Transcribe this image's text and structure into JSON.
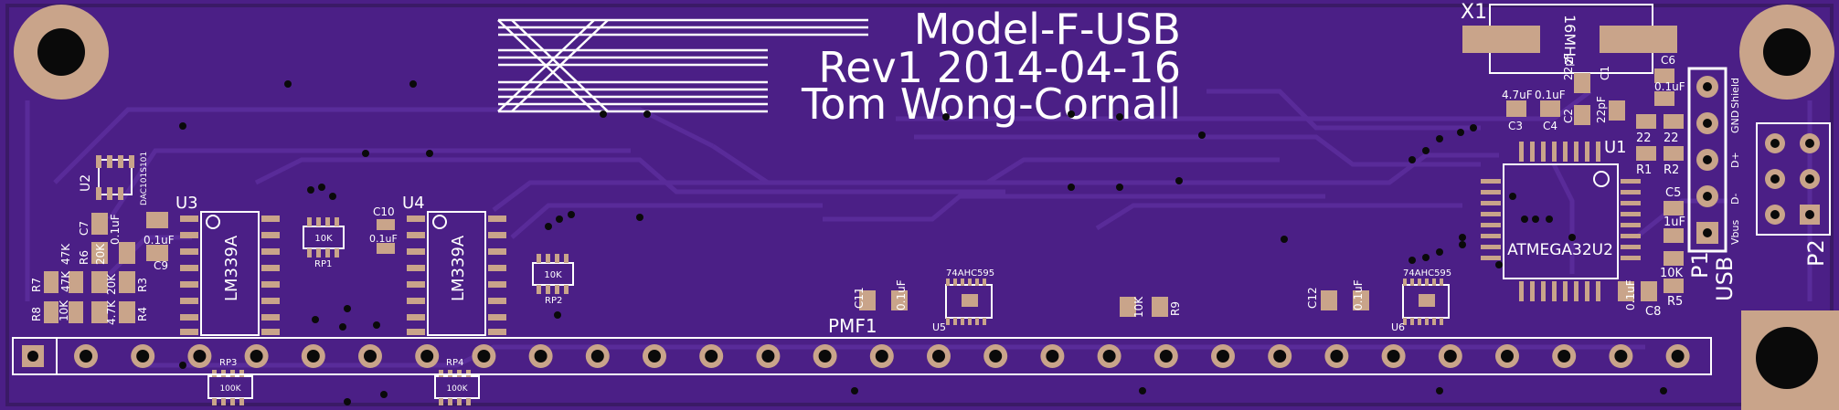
{
  "colors": {
    "board": "#4b1f86",
    "board_dark": "#3d1872",
    "trace": "#5a2c99",
    "pad": "#c9a48a",
    "copper_ring": "#b98f78",
    "silk": "#ffffff",
    "hole": "#0a0a0a"
  },
  "title": {
    "line1": "Model-F-USB",
    "line2": "Rev1 2014-04-16",
    "line3": "Tom Wong-Cornall"
  },
  "refs": {
    "x1": "X1",
    "x1_value": "16MHz",
    "u1": "U1",
    "u1_value": "ATMEGA32U2",
    "u2": "U2",
    "u2_value": "DAC101S101",
    "u3": "U3",
    "u3_value": "LM339A",
    "u4": "U4",
    "u4_value": "LM339A",
    "u5": "U5",
    "u5_value": "74AHC595",
    "u6": "U6",
    "u6_value": "74AHC595",
    "p1": "P1",
    "p1_value": "USB",
    "p2": "P2",
    "pmf1": "PMF1",
    "rp1": "RP1",
    "rp1_value": "10K",
    "rp2": "RP2",
    "rp2_value": "10K",
    "rp3": "RP3",
    "rp3_value": "100K",
    "rp4": "RP4",
    "rp4_value": "100K",
    "c1": "C1",
    "c1_value": "22pF",
    "c2": "C2",
    "c2_value": "22pF",
    "c3": "C3",
    "c3_value": "4.7uF",
    "c4": "C4",
    "c4_value": "0.1uF",
    "c5": "C5",
    "c5_value": "1uF",
    "c6": "C6",
    "c6_value": "0.1uF",
    "c7": "C7",
    "c7_value": "0.1uF",
    "c8": "C8",
    "c8_value": "0.1uF",
    "c9": "C9",
    "c9_value": "0.1uF",
    "c10": "C10",
    "c10_value": "0.1uF",
    "c11": "C11",
    "c11_value": "0.1uF",
    "c12": "C12",
    "c12_value": "0.1uF",
    "r1": "R1",
    "r1_value": "22",
    "r2": "R2",
    "r2_value": "22",
    "r3": "R3",
    "r3_value": "20K",
    "r4": "R4",
    "r4_value": "4.7K",
    "r5": "R5",
    "r5_value": "10K",
    "r6": "R6",
    "r6_value": "20K",
    "r7": "R7",
    "r7_value": "47K",
    "r8": "R8",
    "r8_value": "10K",
    "r9": "R9",
    "r9_value": "10K",
    "r_extra1": "47K",
    "r_extra2": "20K",
    "usb_pins": [
      "Shield",
      "GND",
      "D+",
      "D-",
      "Vbus"
    ]
  }
}
